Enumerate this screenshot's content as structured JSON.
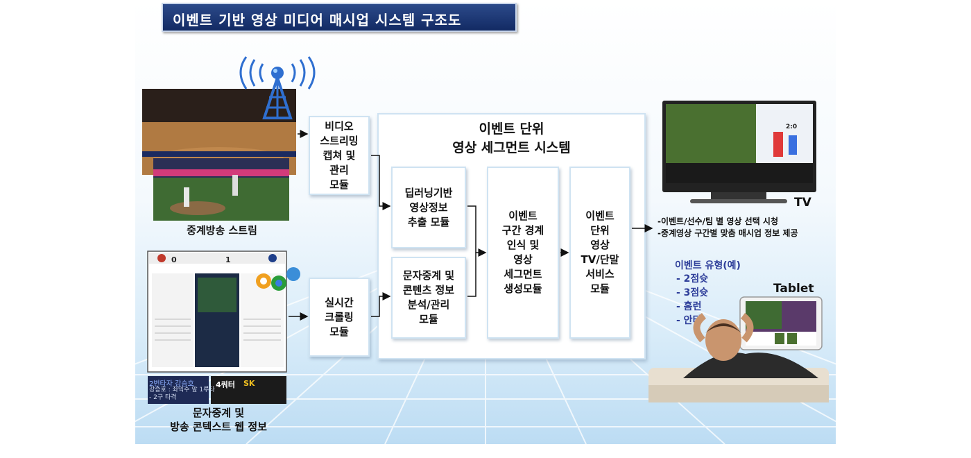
{
  "title": "이벤트 기반 영상 미디어 매시업 시스템 구조도",
  "sources": {
    "broadcast_label": "중계방송 스트림",
    "web_label": "문자중계 및\n방송 콘텍스트 웹 정보"
  },
  "modules": {
    "video_capture": "비디오\n스트리밍\n캡쳐 및\n관리\n모듈",
    "realtime_crawling": "실시간\n크롤링\n모듈",
    "system_title": "이벤트 단위\n영상 세그먼트 시스템",
    "deep_learning": "딥러닝기반\n영상정보\n추출 모듈",
    "text_analysis": "문자중계 및\n콘텐츠 정보\n분석/관리\n모듈",
    "segment_generation": "이벤트\n구간 경계\n인식 및\n영상\n세그먼트\n생성모듈",
    "service": "이벤트\n단위\n영상\nTV/단말\n서비스\n모듈"
  },
  "output": {
    "tv_label": "TV",
    "tablet_label": "Tablet",
    "service_desc": "-이벤트/선수/팀 별 영상 선택 시청\n-중계영상 구간별 맞춤 매시업 정보 제공",
    "event_types_title": "이벤트 유형(예)",
    "event_types": [
      "- 2점슛",
      "- 3점슛",
      "- 홈런",
      "- 안타"
    ]
  },
  "screens": {
    "score_left": "0",
    "score_right": "1",
    "overlay_left": "2번타자 강승호",
    "overlay_left_sub": "강승호 : 좌익수 앞 1루타\n- 2구 타격",
    "overlay_right_quarter": "4쿼터",
    "overlay_right_team": "SK",
    "tv_score": "2:0"
  },
  "colors": {
    "title_bg": "#1a3270",
    "accent": "#2f3f9a"
  }
}
